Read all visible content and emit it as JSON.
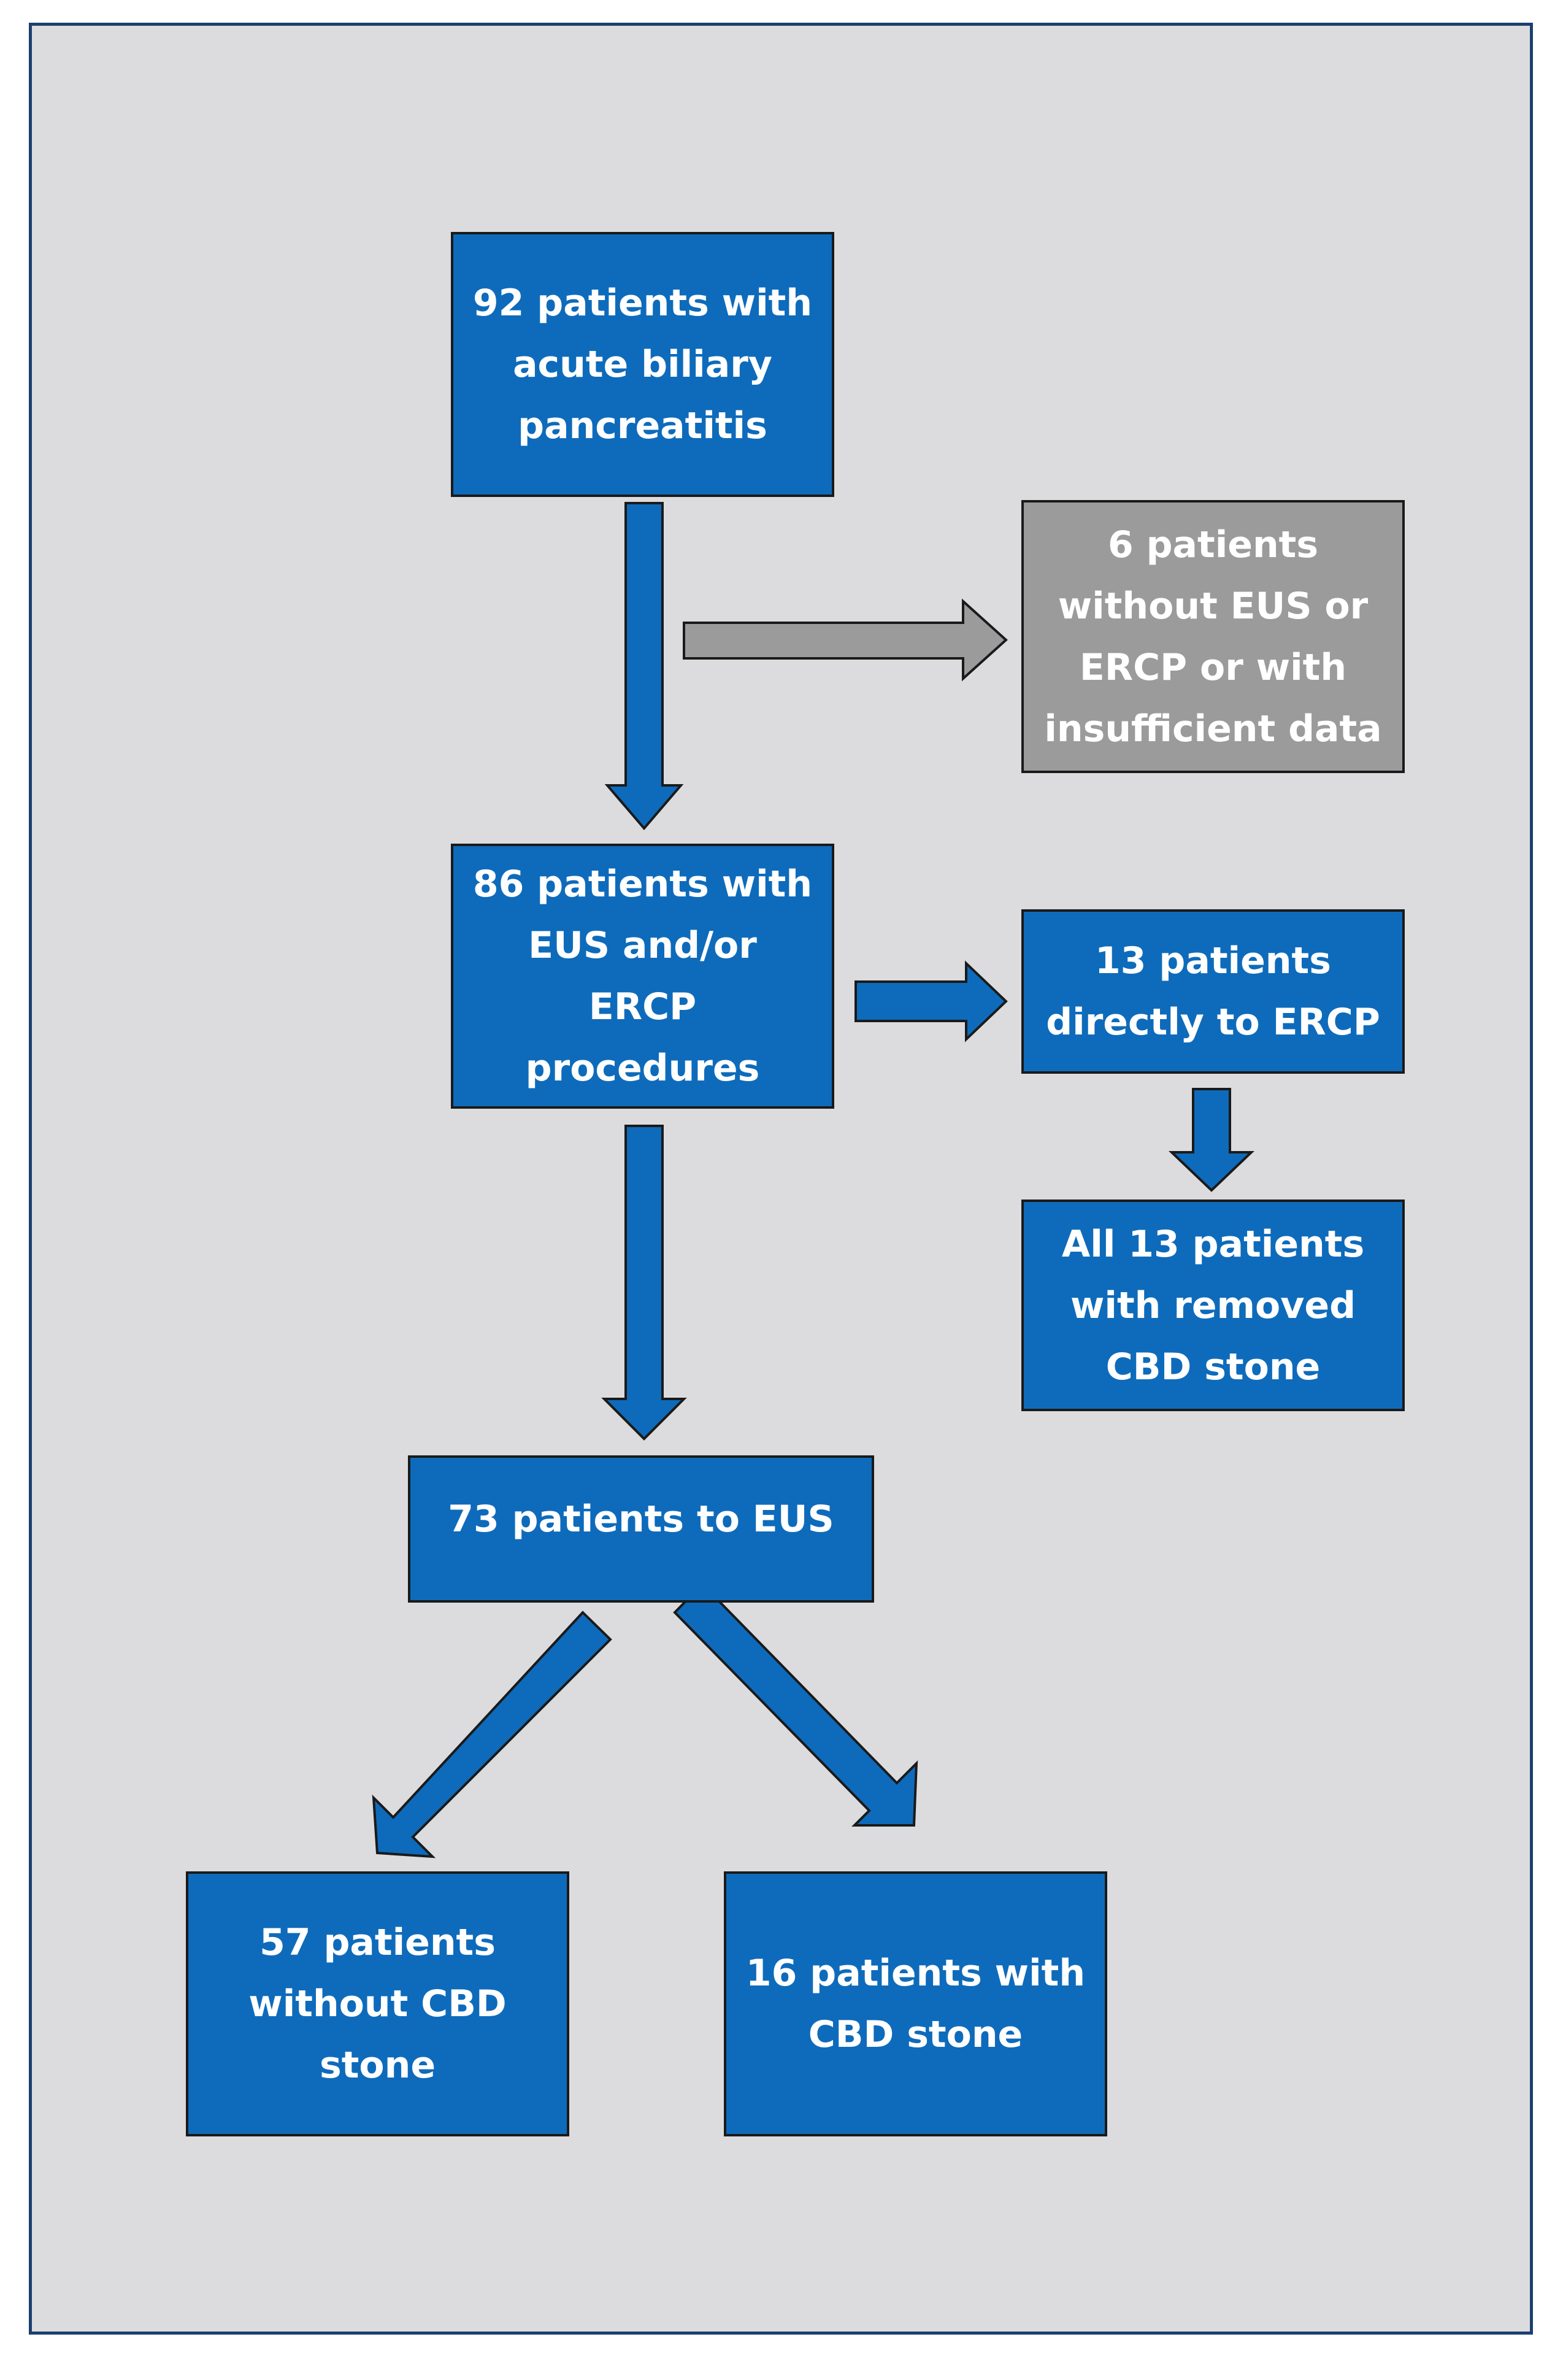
{
  "colors": {
    "box_blue": "#0e6bbb",
    "box_gray": "#9b9b9b",
    "frame_bg": "#dcdcdf",
    "frame_border": "#1c3f70"
  },
  "nodes": {
    "start": {
      "text": "92 patients with\nacute biliary\npancreatitis"
    },
    "excluded": {
      "text": "6 patients\nwithout EUS or\nERCP or with\ninsufficient data"
    },
    "procedures": {
      "text": "86 patients with\nEUS and/or\nERCP procedures"
    },
    "direct_ercp": {
      "text": "13 patients\ndirectly to ERCP"
    },
    "removed_stone": {
      "text": "All 13 patients\nwith removed\nCBD  stone"
    },
    "to_eus": {
      "text": "73 patients to EUS"
    },
    "without_stone": {
      "text": "57 patients\nwithout CBD\nstone"
    },
    "with_stone": {
      "text": "16 patients with\nCBD stone"
    }
  }
}
